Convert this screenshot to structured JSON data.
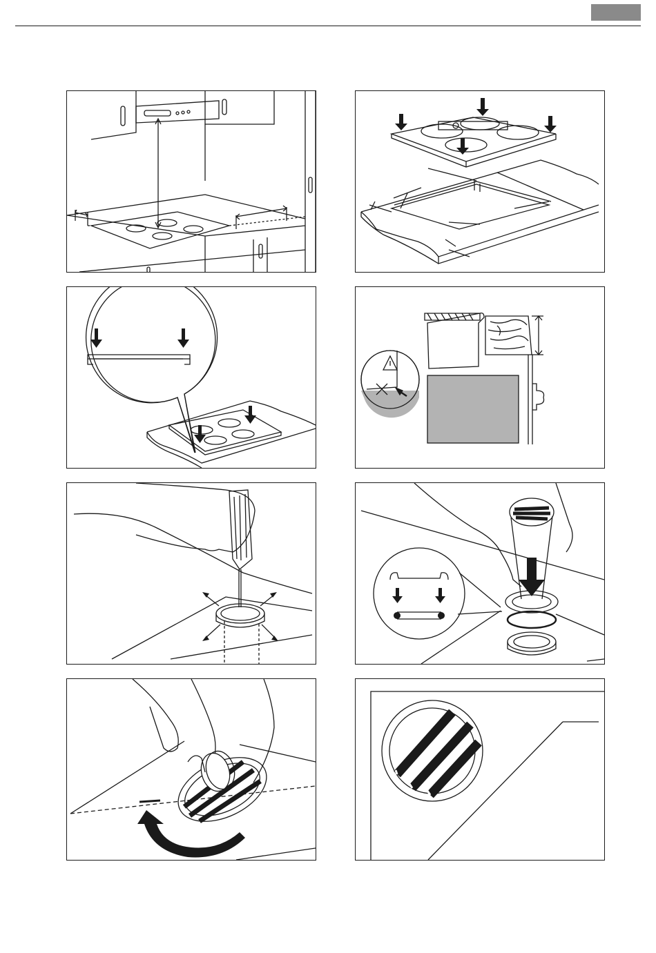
{
  "header": {
    "tab_color": "#8a8a8a",
    "rule_color": "#1a1a1a"
  },
  "figures": [
    {
      "id": "fig-1",
      "icon": "hood-above-hob-clearance-drawing"
    },
    {
      "id": "fig-2",
      "icon": "hob-cutout-dimensions-drawing"
    },
    {
      "id": "fig-3",
      "icon": "hob-seal-detail-drawing"
    },
    {
      "id": "fig-4",
      "icon": "worktop-section-warning-drawing"
    },
    {
      "id": "fig-5",
      "icon": "screwdriver-hole-drawing"
    },
    {
      "id": "fig-6",
      "icon": "press-fit-vent-drawing"
    },
    {
      "id": "fig-7",
      "icon": "rotate-vent-grille-drawing"
    },
    {
      "id": "fig-8",
      "icon": "vent-grille-closeup-drawing"
    }
  ],
  "colors": {
    "fill_gray": "#b3b3b3",
    "line": "#1a1a1a"
  }
}
